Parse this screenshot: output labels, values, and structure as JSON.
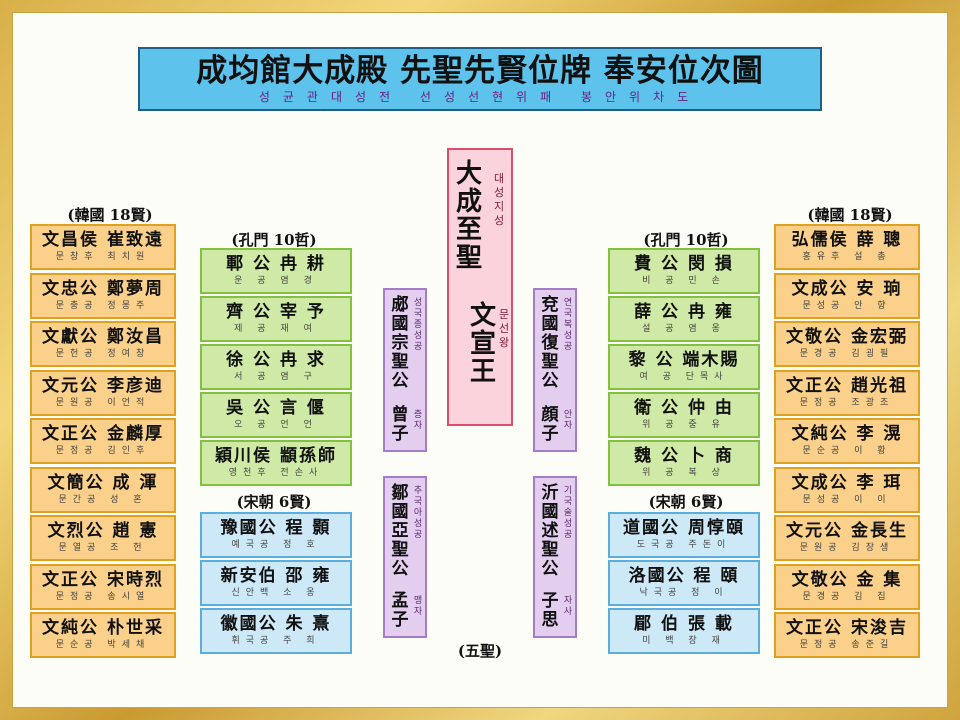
{
  "title": {
    "main": "成均館大成殿  先聖先賢位牌  奉安位次圖",
    "sub": "성균관대성전 선성선현위패 봉안위차도"
  },
  "labels": {
    "left_korea": "(韓國 18賢)",
    "left_confucius": "(孔門 10哲)",
    "left_song": "(宋朝 6賢)",
    "right_korea": "(韓國 18賢)",
    "right_confucius": "(孔門 10哲)",
    "right_song": "(宋朝 6賢)",
    "five_sages": "(五聖)"
  },
  "left_korea": [
    {
      "han": "文昌侯 崔致遠",
      "kor": "문창후 최치원"
    },
    {
      "han": "文忠公 鄭夢周",
      "kor": "문충공 정몽주"
    },
    {
      "han": "文獻公 鄭汝昌",
      "kor": "문헌공 정여창"
    },
    {
      "han": "文元公 李彦迪",
      "kor": "문원공 이언적"
    },
    {
      "han": "文正公 金麟厚",
      "kor": "문정공 김인후"
    },
    {
      "han": "文簡公 成  渾",
      "kor": "문간공 성 혼"
    },
    {
      "han": "文烈公 趙  憲",
      "kor": "문열공 조 헌"
    },
    {
      "han": "文正公 宋時烈",
      "kor": "문정공 송시열"
    },
    {
      "han": "文純公 朴世采",
      "kor": "문순공 박세채"
    }
  ],
  "right_korea": [
    {
      "han": "弘儒侯 薛  聰",
      "kor": "홍유후 설 총"
    },
    {
      "han": "文成公 安  珦",
      "kor": "문성공 안 향"
    },
    {
      "han": "文敬公 金宏弼",
      "kor": "문경공 김굉필"
    },
    {
      "han": "文正公 趙光祖",
      "kor": "문정공 조광조"
    },
    {
      "han": "文純公 李  滉",
      "kor": "문순공 이 황"
    },
    {
      "han": "文成公 李  珥",
      "kor": "문성공 이 이"
    },
    {
      "han": "文元公 金長生",
      "kor": "문원공 김장생"
    },
    {
      "han": "文敬公 金  集",
      "kor": "문경공 김 집"
    },
    {
      "han": "文正公 宋浚吉",
      "kor": "문정공 송준길"
    }
  ],
  "left_confucius": [
    {
      "han": "鄆 公 冉 耕",
      "kor": "운 공 염 경"
    },
    {
      "han": "齊 公 宰 予",
      "kor": "제 공 재 여"
    },
    {
      "han": "徐 公 冉 求",
      "kor": "서 공 염 구"
    },
    {
      "han": "吳 公 言 偃",
      "kor": "오 공 언 언"
    },
    {
      "han": "穎川侯 顓孫師",
      "kor": "영천후 전손사"
    }
  ],
  "right_confucius": [
    {
      "han": "費 公 閔 損",
      "kor": "비 공 민 손"
    },
    {
      "han": "薛 公 冉 雍",
      "kor": "설 공 염 옹"
    },
    {
      "han": "黎 公 端木賜",
      "kor": "여 공 단목사"
    },
    {
      "han": "衛 公 仲 由",
      "kor": "위 공 중 유"
    },
    {
      "han": "魏 公 卜 商",
      "kor": "위 공 복 상"
    }
  ],
  "left_song": [
    {
      "han": "豫國公 程  顥",
      "kor": "예국공 정 호"
    },
    {
      "han": "新安伯 邵  雍",
      "kor": "신안백 소 옹"
    },
    {
      "han": "徽國公 朱  熹",
      "kor": "휘국공 주 희"
    }
  ],
  "right_song": [
    {
      "han": "道國公 周惇頤",
      "kor": "도국공 주돈이"
    },
    {
      "han": "洛國公 程  頤",
      "kor": "낙국공 정 이"
    },
    {
      "han": "郿  伯 張  載",
      "kor": "미 백 장 재"
    }
  ],
  "center": {
    "col1_han": "大成至聖",
    "col1_kor": "대성지성",
    "col2_han": "文宣王",
    "col2_kor": "문선왕"
  },
  "sages": {
    "left_top": {
      "han": "郕國宗聖公",
      "kor": "성국종성공",
      "han2": "曾子",
      "kor2": "증자"
    },
    "left_bottom": {
      "han": "鄒國亞聖公",
      "kor": "추국아성공",
      "han2": "孟子",
      "kor2": "맹자"
    },
    "right_top": {
      "han": "兗國復聖公",
      "kor": "연국복성공",
      "han2": "顔子",
      "kor2": "안자"
    },
    "right_bottom": {
      "han": "沂國述聖公",
      "kor": "기국술성공",
      "han2": "子思",
      "kor2": "자사"
    }
  },
  "colors": {
    "korea": "#fad08a",
    "confucius": "#cfe9a6",
    "song": "#cde8f7",
    "sages": "#e3cef0",
    "center": "#fbd3dc",
    "title": "#5dc3ec",
    "frame": "#d8b04a"
  }
}
